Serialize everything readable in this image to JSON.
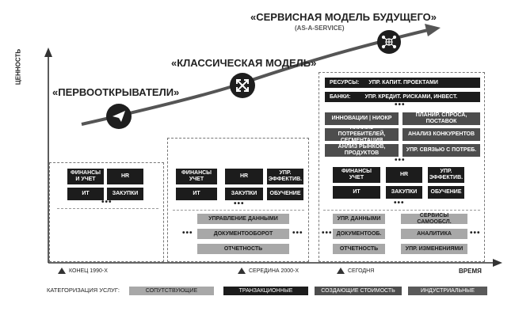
{
  "phases": {
    "pioneers": "«ПЕРВООТКРЫВАТЕЛИ»",
    "classic": "«КЛАССИЧЕСКАЯ МОДЕЛЬ»",
    "future": "«СЕРВИСНАЯ МОДЕЛЬ БУДУЩЕГО»",
    "future_sub": "(AS-A-SERVICE)"
  },
  "axes": {
    "y_label": "ЦЕННОСТЬ",
    "x_label": "ВРЕМЯ"
  },
  "timeline": [
    "КОНЕЦ 1990-Х",
    "СЕРЕДИНА 2000-Х",
    "СЕГОДНЯ"
  ],
  "group1": {
    "fin": "ФИНАНСЫ И УЧЕТ",
    "hr": "HR",
    "it": "ИТ",
    "proc": "ЗАКУПКИ"
  },
  "group2": {
    "fin": "ФИНАНСЫ УЧЕТ",
    "hr": "HR",
    "eff": "УПР. ЭФФЕКТИВ.",
    "it": "ИТ",
    "proc": "ЗАКУПКИ",
    "edu": "ОБУЧЕНИЕ",
    "data": "УПРАВЛЕНИЕ ДАННЫМИ",
    "docs": "ДОКУМЕНТООБОРОТ",
    "report": "ОТЧЕТНОСТЬ"
  },
  "group3": {
    "resources": "РЕСУРСЫ:",
    "resources_val": "УПР. КАПИТ. ПРОЕКТАМИ",
    "banks": "БАНКИ:",
    "banks_val": "УПР. КРЕДИТ. РИСКАМИ, ИНВЕСТ.",
    "innov": "ИННОВАЦИИ | НИОКР",
    "plan": "ПЛАНИР. СПРОСА, ПОСТАВОК",
    "consumers": "АНАЛИЗ ПОТРЕБИТЕЛЕЙ, СЕГМЕНТАЦИЯ",
    "competitors": "АНАЛИЗ КОНКУРЕНТОВ",
    "markets": "АНЛИЗ РЫНКОВ, ПРОДУКТОВ",
    "consumer_rel": "УПР. СВЯЗЬЮ С ПОТРЕБ.",
    "fin": "ФИНАНСЫ УЧЕТ",
    "hr": "HR",
    "eff": "УПР. ЭФФЕКТИВ.",
    "it": "ИТ",
    "proc": "ЗАКУПКИ",
    "edu": "ОБУЧЕНИЕ",
    "data": "УПР. ДАННЫМИ",
    "selfservice": "СЕРВИСЫ САМООБСЛ.",
    "docs": "ДОКУМЕНТООБ.",
    "analytics": "АНАЛИТИКА",
    "report": "ОТЧЕТНОСТЬ",
    "changes": "УПР. ИЗМЕНЕНИЯМИ"
  },
  "dots": "•••",
  "legend": {
    "title": "КАТЕГОРИЗАЦИЯ УСЛУГ:",
    "items": [
      "СОПУТСТВУЮЩИЕ",
      "ТРАНЗАКЦИОННЫЕ",
      "СОЗДАЮЩИЕ СТОИМОСТЬ",
      "ИНДУСТРИАЛЬНЫЕ"
    ],
    "colors": [
      "#a8a8a8",
      "#1c1c1c",
      "#4d4d4d",
      "#5a5a5a"
    ]
  },
  "icons": [
    "paper-plane-icon",
    "arrows-expand-icon",
    "globe-network-icon"
  ]
}
